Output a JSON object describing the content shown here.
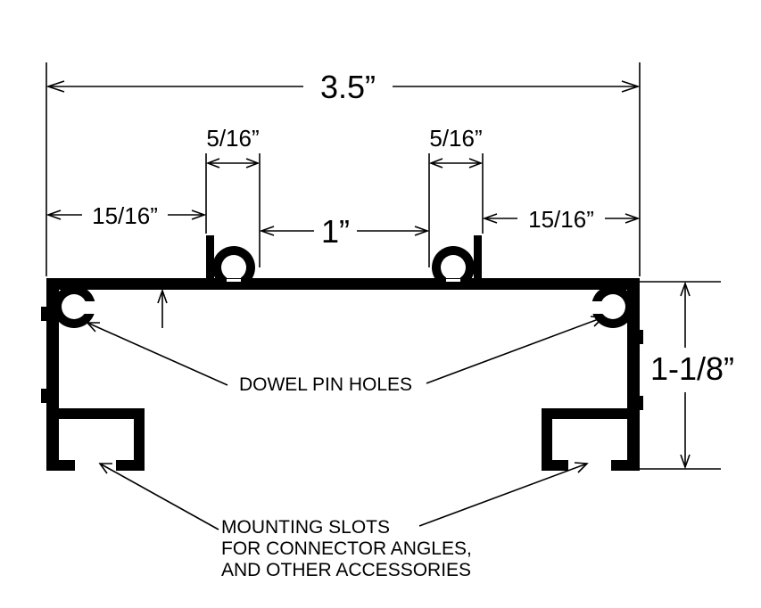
{
  "dimensions": {
    "overall_width": "3.5”",
    "left_pin_width": "5/16”",
    "right_pin_width": "5/16”",
    "left_offset": "15/16”",
    "center_gap": "1”",
    "right_offset": "15/16”",
    "height": "1-1/8”"
  },
  "callouts": {
    "dowel_pin_holes": "DOWEL PIN HOLES",
    "mounting_slots_line1": "MOUNTING SLOTS",
    "mounting_slots_line2": "FOR CONNECTOR ANGLES,",
    "mounting_slots_line3": "AND OTHER ACCESSORIES"
  }
}
